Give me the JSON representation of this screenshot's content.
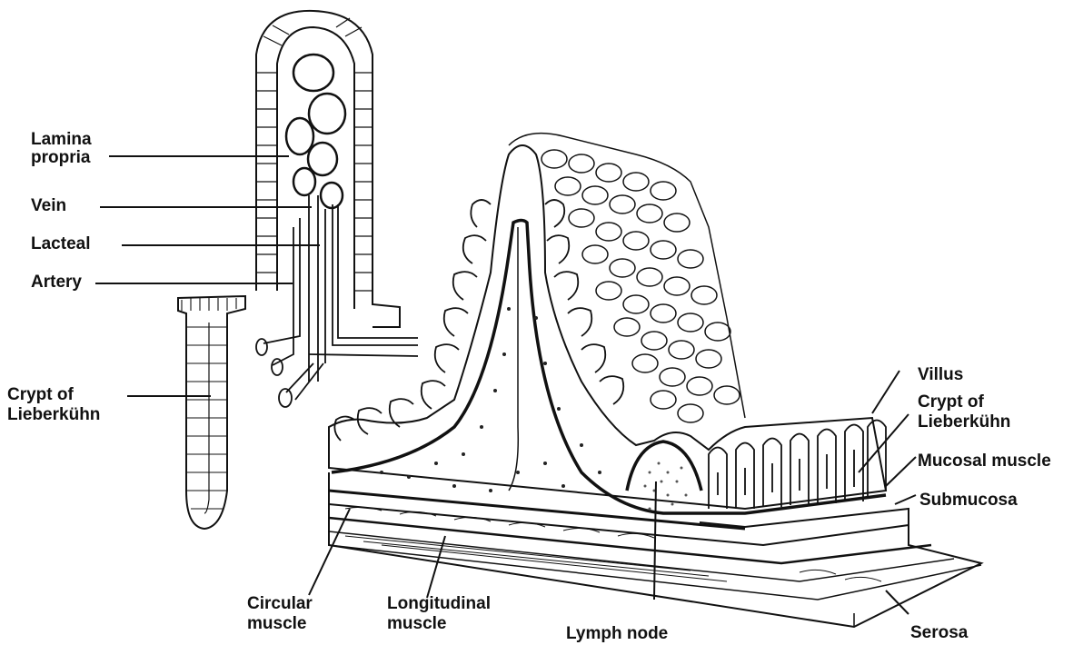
{
  "colors": {
    "ink": "#111111",
    "background": "#ffffff"
  },
  "labels": {
    "lamina_propria_1": "Lamina",
    "lamina_propria_2": "propria",
    "vein": "Vein",
    "lacteal": "Lacteal",
    "artery": "Artery",
    "crypt_left_1": "Crypt of",
    "crypt_left_2": "Lieberkühn",
    "villus": "Villus",
    "crypt_right_1": "Crypt of",
    "crypt_right_2": "Lieberkühn",
    "mucosal_muscle": "Mucosal muscle",
    "submucosa": "Submucosa",
    "circular_muscle_1": "Circular",
    "circular_muscle_2": "muscle",
    "longitudinal_muscle_1": "Longitudinal",
    "longitudinal_muscle_2": "muscle",
    "lymph_node": "Lymph node",
    "serosa": "Serosa"
  }
}
